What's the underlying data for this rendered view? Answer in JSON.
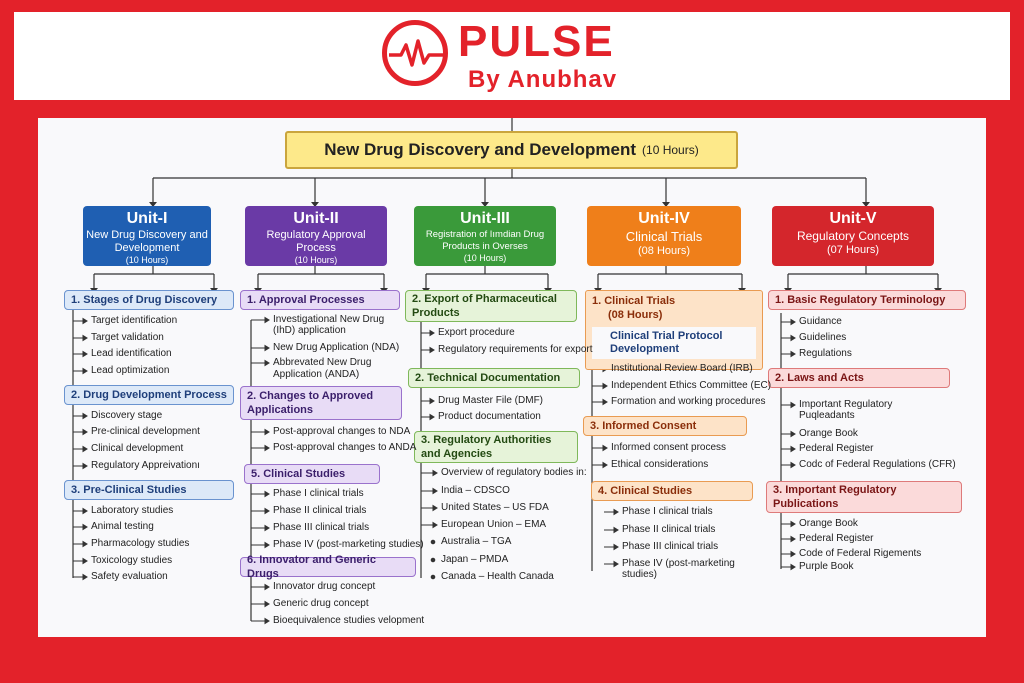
{
  "logo": {
    "title": "PULSE",
    "subtitle": "By Anubhav"
  },
  "main_title": {
    "title": "New Drug Discovery and Development",
    "hours": "(10 Hours)"
  },
  "units": [
    {
      "name": "Unit-I",
      "title": "New Drug Discovery and Development",
      "hours": "(10 Hours)",
      "color": "#1f5fb2"
    },
    {
      "name": "Unit-II",
      "title": "Regulatory Approval Process",
      "hours": "(10 Hours)",
      "color": "#6a3aa6"
    },
    {
      "name": "Unit-III",
      "title": "Registration of Iımdian Drug Products in Overses",
      "hours": "(10 Hours)",
      "color": "#3a9a3a"
    },
    {
      "name": "Unit-IV",
      "title": "Clinical Trials",
      "hours": "(08 Hours)",
      "color": "#ef7f1a"
    },
    {
      "name": "Unit-V",
      "title": "Regulatory Concepts",
      "hours": "(07 Hours)",
      "color": "#d4262c"
    }
  ],
  "sections": {
    "u1s1": "1. Stages of Drug Discovery",
    "u1s2": "2. Drug Development Process",
    "u1s3": "3. Pre-Clinical Studies",
    "u2s1": "1. Approval Processes",
    "u2s2": "2. Changes to Approved Applications",
    "u2s3": "5. Clinical Studies",
    "u2s4": "6. Innovator and Generic Drugs",
    "u3s1": "2. Export of Pharmaceutical Products",
    "u3s2": "2. Technical Documentation",
    "u3s3": "3. Regulatory Authorities and Agencies",
    "u4s1": "1. Clinical Trials",
    "u4s1h": "(08 Hours)",
    "u4s1b": "Clinical Trial Protocol Development",
    "u4s2": "3. Informed Consent",
    "u4s3": "4. Clinical Studies",
    "u5s1": "1. Basic Regulatory Terminology",
    "u5s2": "2. Laws and Acts",
    "u5s3": "3. Important Regulatory Publications"
  },
  "items": {
    "u1s1": [
      "Target identification",
      "Target validation",
      "Lead identification",
      "Lead optimization"
    ],
    "u1s2": [
      "Discovery stage",
      "Pre-clinical development",
      "Clinical development",
      "Regulatory Appreivationı"
    ],
    "u1s3": [
      "Laboratory studies",
      "Animal testing",
      "Pharmacology studies",
      "Toxicology studies",
      "Safety evaluation"
    ],
    "u2s1": [
      "Investigational New Drug",
      "(IhD) application",
      "New Drug Application (NDA)",
      "Abbrevated New Drug",
      "Application (ANDA)"
    ],
    "u2s2": [
      "Post-approval changes to NDA",
      "Post-approval changes to ANDA"
    ],
    "u2s3": [
      "Phase I clinical trials",
      "Phase II clinical trials",
      "Phase III clinical trials",
      "Phase IV (post-marketing studies)"
    ],
    "u2s4": [
      "Innovator drug concept",
      "Generic drug concept",
      "Bioequivalence studies velopment"
    ],
    "u3s1": [
      "Export procedure",
      "Regulatory requirements for export"
    ],
    "u3s2": [
      "Drug Master File (DMF)",
      "Product documentation"
    ],
    "u3s3": [
      "Overview of regulatory bodies in:",
      "India – CDSCO",
      "United States – US FDA",
      "European Union – EMA",
      "Australia – TGA",
      "Japan – PMDA",
      "Canada – Health Canada"
    ],
    "u4s1": [
      "Institutional Review Board (IRB)",
      "Independent Ethics Committee (EC)",
      "Formation and working procedures"
    ],
    "u4s2": [
      "Informed consent process",
      "Ethical considerations"
    ],
    "u4s3": [
      "Phase I clinical trials",
      "Phase II clinical trials",
      "Phase III clinical trials",
      "Phase IV (post-marketing",
      "studies)"
    ],
    "u5s1": [
      "Guidance",
      "Guidelines",
      "Regulations"
    ],
    "u5s2": [
      "Important Regulatory",
      "Puqleadants",
      "Orange Book",
      "Pederal Register",
      "Codc of Federal Regulations (CFR)"
    ],
    "u5s3": [
      "Orange Book",
      "Pederal Register",
      "Code of Federal Rigements",
      "Purple Book"
    ]
  }
}
